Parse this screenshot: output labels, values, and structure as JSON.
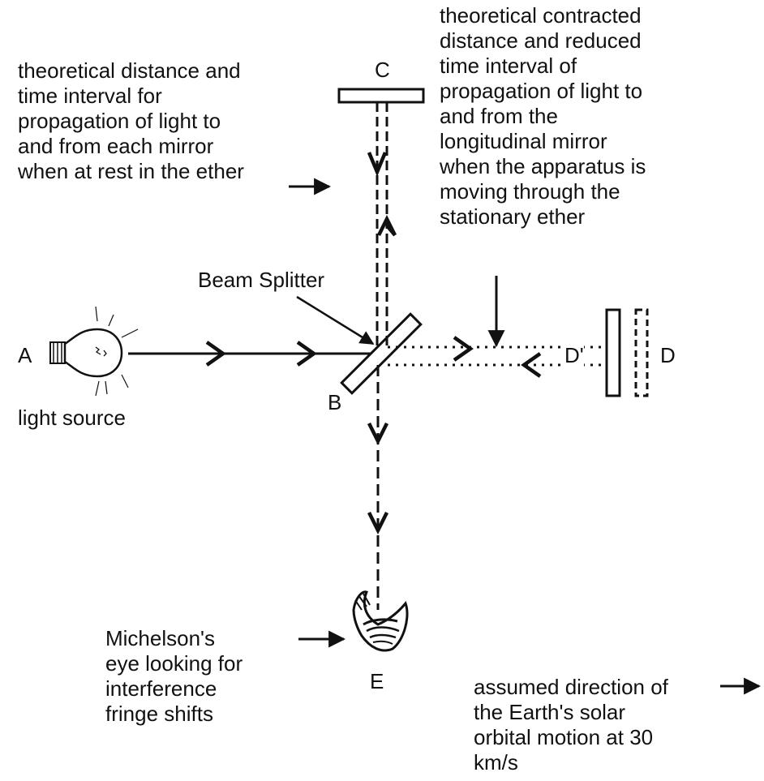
{
  "labels": {
    "rest_note": "theoretical distance and\ntime interval for\npropagation of light to\nand from each  mirror\nwhen at rest in the ether",
    "contracted_note": "theoretical contracted\ndistance and reduced\ntime interval of\npropagation of light to\nand from the\nlongitudinal mirror\nwhen the apparatus is\nmoving through the\nstationary ether",
    "beam_splitter": "Beam Splitter",
    "light_source": "light source",
    "eye_note": "Michelson's\neye looking for\ninterference\nfringe shifts",
    "motion_note": "assumed direction of\nthe Earth's solar\norbital motion at 30\nkm/s"
  },
  "points": {
    "A": "A",
    "B": "B",
    "C": "C",
    "D": "D",
    "D_prime": "D'",
    "E": "E"
  },
  "colors": {
    "ink": "#111111",
    "background": "#ffffff"
  }
}
